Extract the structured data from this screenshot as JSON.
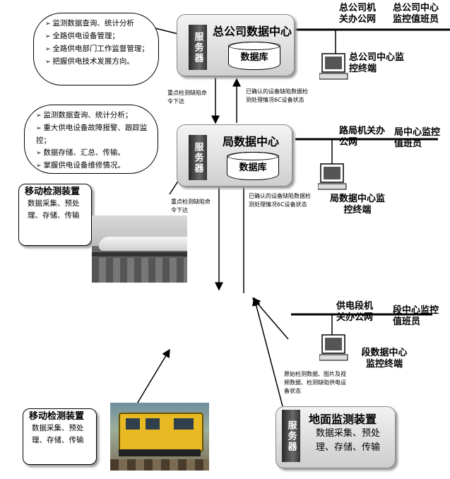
{
  "hq": {
    "bullets": [
      "监测数据查询、统计分析",
      "全路供电设备管理；",
      "全路供电部门工作监督管理；",
      "把握供电技术发展方向。"
    ],
    "server": "服务器",
    "title": "总公司数据中心",
    "db": "数据库",
    "office_net": "总公司机关办公网",
    "duty": "总公司中心监控值班员",
    "terminal": "总公司中心监控终端"
  },
  "bureau": {
    "bullets": [
      "监测数据查询、统计分析；",
      "重大供电设备故障报警、跟踪监控；",
      "数据存储、汇总、传输。",
      "掌握供电设备维修情况。"
    ],
    "server": "服务器",
    "title": "局数据中心",
    "db": "数据库",
    "office_net": "路局机关办公网",
    "duty": "局中心监控值班员",
    "terminal": "局数据中心监控终端"
  },
  "arrows": {
    "hq_down": "重点检测缺陷命令下达",
    "hq_up": "已确认的设备缺陷数据检测处理情况6C设备状态",
    "bureau_down": "重点检测缺陷命令下达",
    "bureau_up": "已确认的设备缺陷数据检测处理情况6C设备状态",
    "segment_up": "原始检测数据、图片及视频数据、检测缺陷供电设备状态"
  },
  "mobile1": {
    "title": "移动检测装置",
    "bullets": [
      "数据采集、预处理、存储、传输"
    ]
  },
  "mobile2": {
    "title": "移动检测装置",
    "bullets": [
      "数据采集、预处理、存储、传输"
    ]
  },
  "segment": {
    "office_net": "供电段机关办公网",
    "duty": "段中心监控值班员",
    "terminal": "段数据中心监控终端"
  },
  "ground": {
    "server": "服务器",
    "title": "地面监测装置",
    "desc": "数据采集、预处理、存储、传输"
  }
}
